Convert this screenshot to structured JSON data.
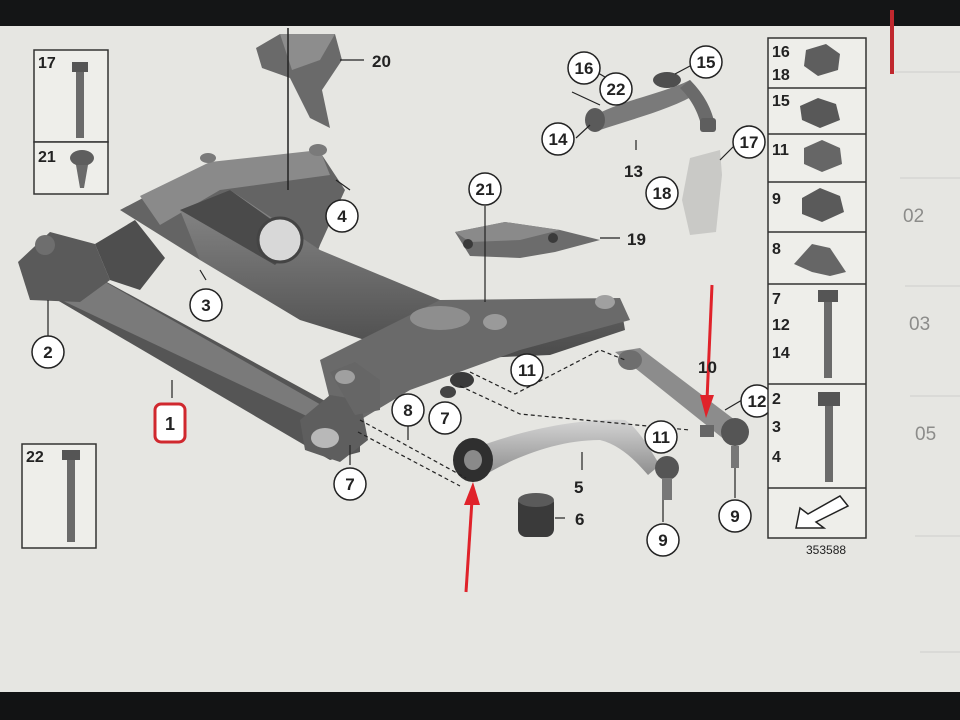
{
  "diagram": {
    "figure_id": "353588",
    "callouts": {
      "c1": "1",
      "c2": "2",
      "c3": "3",
      "c4": "4",
      "c5": "5",
      "c6": "6",
      "c7a": "7",
      "c7b": "7",
      "c8": "8",
      "c9a": "9",
      "c9b": "9",
      "c10": "10",
      "c11a": "11",
      "c11b": "11",
      "c12": "12",
      "c13": "13",
      "c14": "14",
      "c15": "15",
      "c16": "16",
      "c17": "17",
      "c18": "18",
      "c19": "19",
      "c20": "20",
      "c21": "21",
      "c22": "22"
    },
    "left_boxes": [
      "17",
      "21",
      "22"
    ],
    "right_boxes": [
      [
        "16",
        "18"
      ],
      [
        "15"
      ],
      [
        "11"
      ],
      [
        "9"
      ],
      [
        "8"
      ],
      [
        "7",
        "12",
        "14"
      ],
      [
        "2",
        "3",
        "4"
      ]
    ],
    "highlight_color": "#d0282e",
    "arrow_color": "#e0222a"
  },
  "sidebar": {
    "pages": [
      "02",
      "03",
      "05"
    ]
  }
}
